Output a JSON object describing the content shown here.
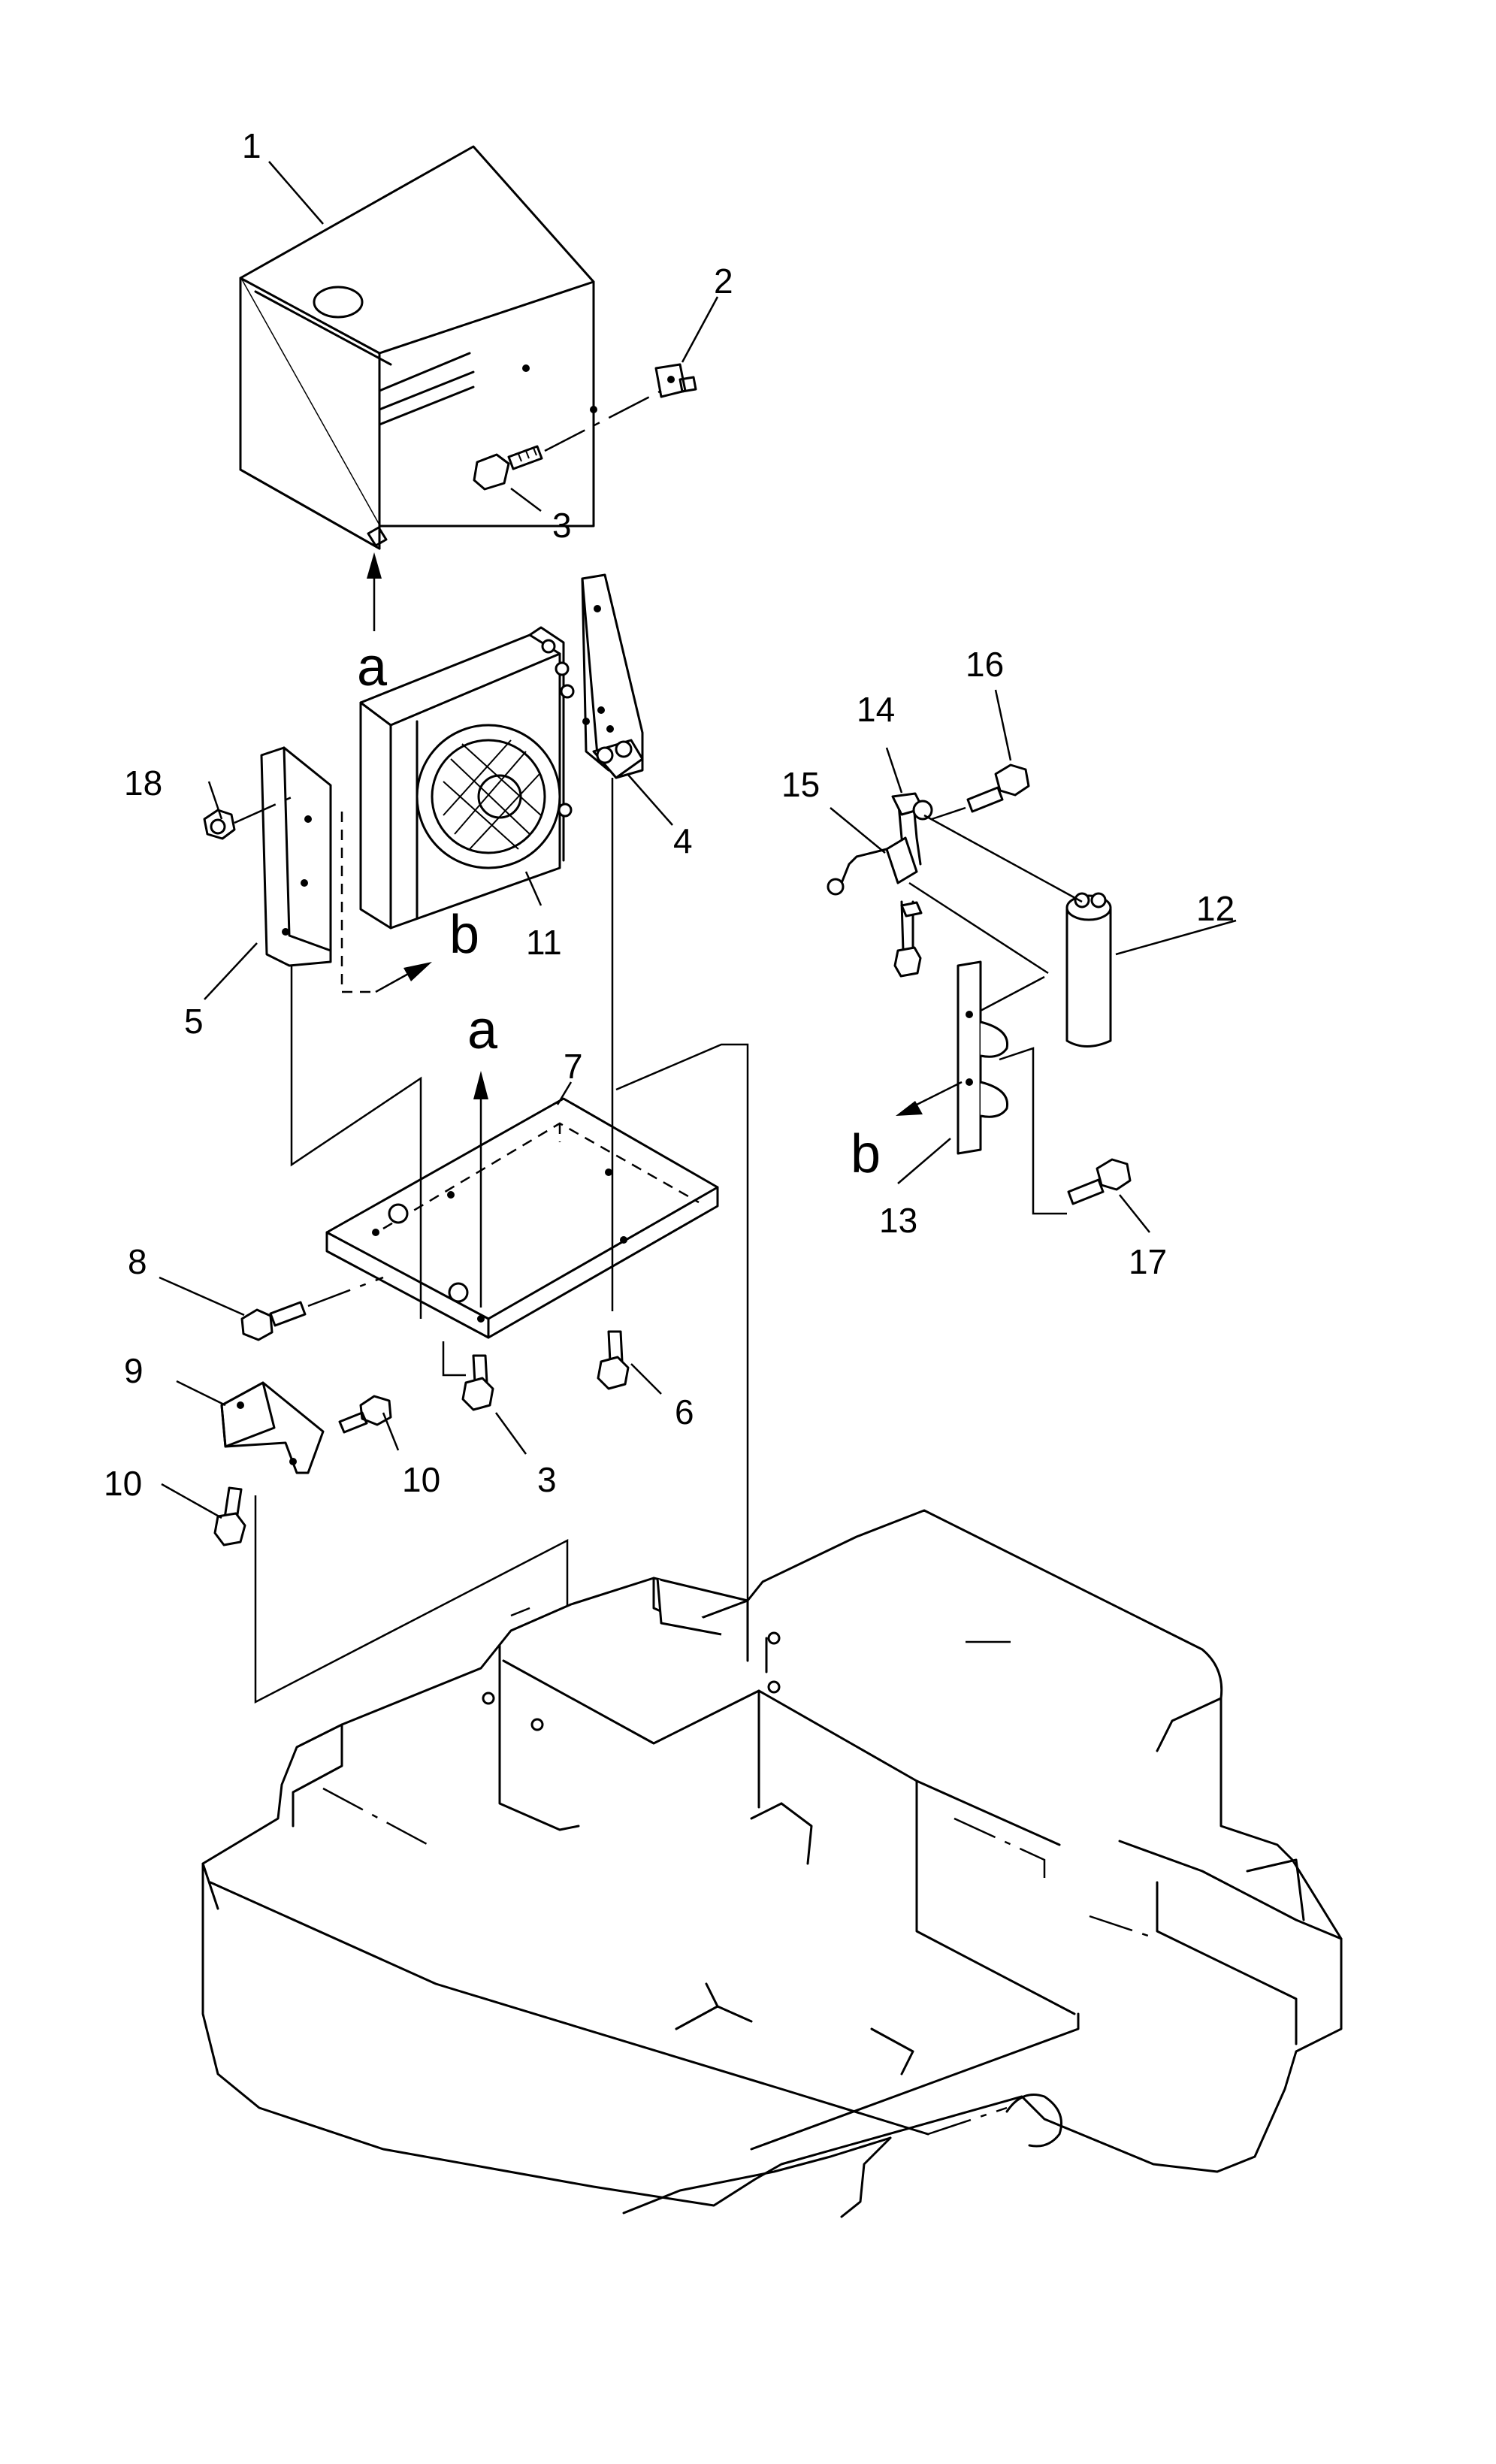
{
  "diagram": {
    "callouts": [
      "1",
      "2",
      "3",
      "4",
      "5",
      "6",
      "7",
      "8",
      "9",
      "10",
      "11",
      "12",
      "13",
      "14",
      "15",
      "16",
      "17",
      "18"
    ],
    "labels": {
      "three_lower": "3",
      "ten_right": "10"
    },
    "view_markers": {
      "a_upper": "a",
      "a_lower": "a",
      "b_left": "b",
      "b_right": "b"
    },
    "colors": {
      "ink": "#000000",
      "paper": "#ffffff"
    }
  }
}
